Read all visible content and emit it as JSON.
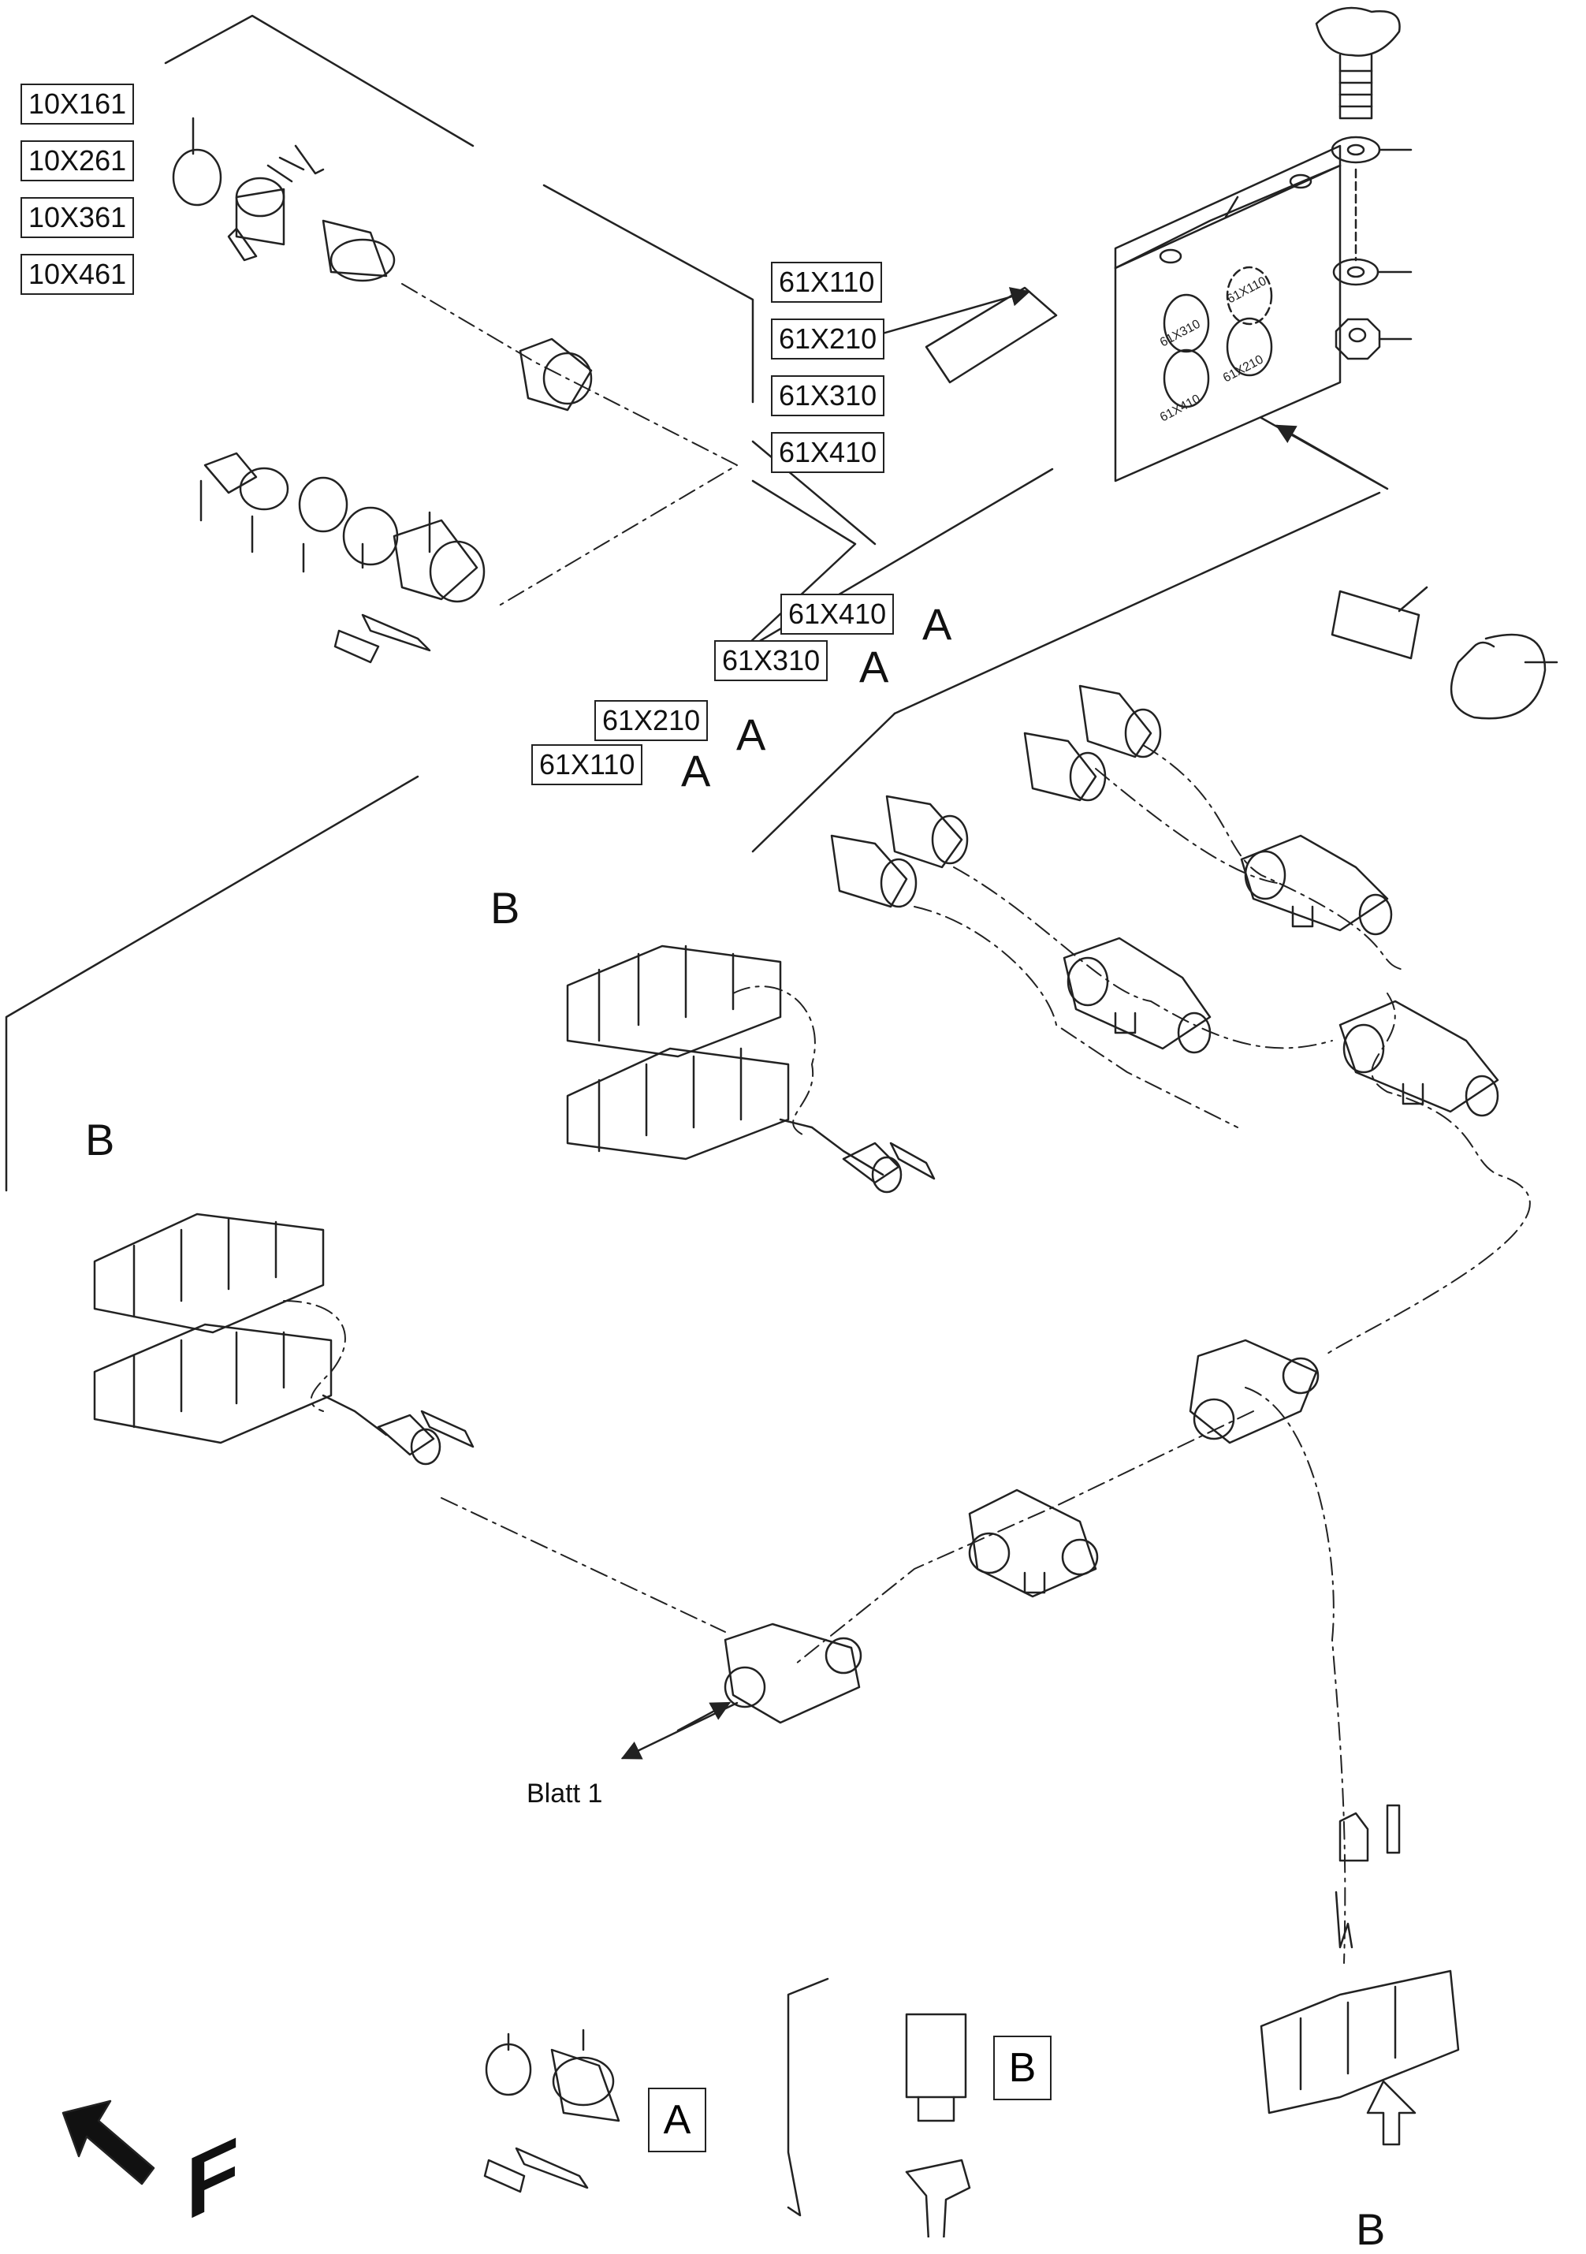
{
  "connector_labels_top_left": [
    "10X161",
    "10X261",
    "10X361",
    "10X461"
  ],
  "connector_labels_plate": [
    "61X110",
    "61X210",
    "61X310",
    "61X410"
  ],
  "plate_hole_labels": [
    "61X110",
    "61X310",
    "61X210",
    "61X410"
  ],
  "branch_labels": [
    {
      "code": "61X410",
      "letter": "A"
    },
    {
      "code": "61X310",
      "letter": "A"
    },
    {
      "code": "61X210",
      "letter": "A"
    },
    {
      "code": "61X110",
      "letter": "A"
    }
  ],
  "view_letters": {
    "b_upper": "B",
    "b_left": "B",
    "b_bottom": "B"
  },
  "reference_text": "Blatt 1",
  "legend": {
    "a_label": "A",
    "b_label": "B"
  },
  "orientation_letter": "F"
}
